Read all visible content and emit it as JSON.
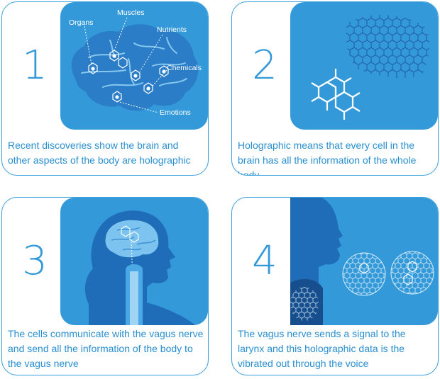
{
  "steps": [
    {
      "number": "1",
      "caption": "Recent discoveries show the brain and other aspects of the body are holographic",
      "labels": [
        "Organs",
        "Muscles",
        "Nutrients",
        "Chemicals",
        "Emotions"
      ],
      "icon": "brain-icon"
    },
    {
      "number": "2",
      "caption": "Holographic means that every cell in the brain has all the information of the whole body",
      "icon": "molecule-icon"
    },
    {
      "number": "3",
      "caption": "The cells communicate with the vagus nerve and send all the information of the body to the vagus nerve",
      "icon": "head-profile-icon"
    },
    {
      "number": "4",
      "caption": "The vagus nerve sends a signal to the larynx and this holographic data is the vibrated out through the voice",
      "icon": "voice-profile-icon"
    }
  ],
  "colors": {
    "accent": "#3399d8",
    "dark": "#1f6db8",
    "light": "#7cc4ef",
    "text": "#2a8fd0"
  }
}
